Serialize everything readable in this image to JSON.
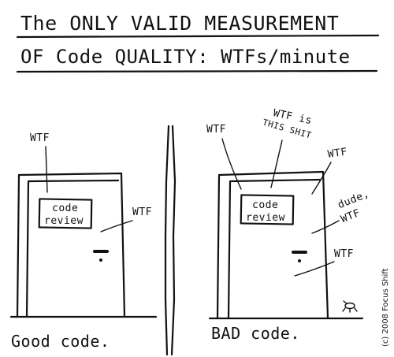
{
  "title": {
    "line1": "The ONLY VALID MEASUREMENT",
    "line2": "OF Code QUALITY: WTFs/minute"
  },
  "left_panel": {
    "sign_line1": "code",
    "sign_line2": "review",
    "wtf_labels": [
      "WTF",
      "WTF"
    ],
    "caption": "Good code."
  },
  "right_panel": {
    "sign_line1": "code",
    "sign_line2": "review",
    "wtf_labels": [
      "WTF",
      "WTF is",
      "THIS SHIT",
      "WTF",
      "dude,",
      "WTF",
      "WTF"
    ],
    "caption": "BAD code."
  },
  "credit": "(c) 2008 Focus Shift"
}
